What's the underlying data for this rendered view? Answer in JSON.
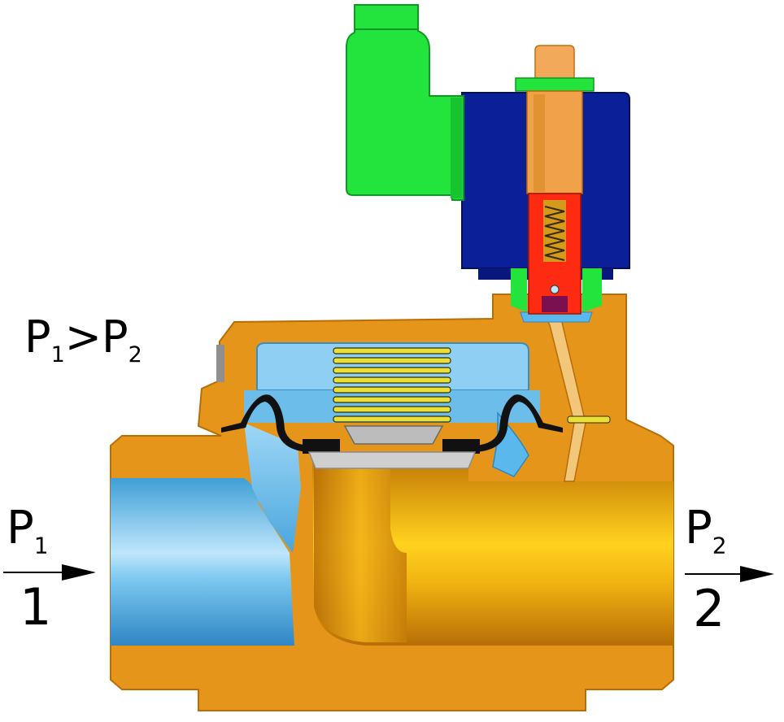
{
  "labels": {
    "relation": {
      "p1": "P",
      "p1_sub": "1",
      "op": ">",
      "p2": "P",
      "p2_sub": "2"
    },
    "inlet": {
      "pressure": "P",
      "pressure_sub": "1",
      "port": "1"
    },
    "outlet": {
      "pressure": "P",
      "pressure_sub": "2",
      "port": "2"
    }
  },
  "colors": {
    "body_brass": "#e4951a",
    "body_brass_dark": "#b86d06",
    "bore_yellow": "#f6c21a",
    "inlet_blue": "#5ab8ec",
    "inlet_blue_light": "#bfe6fb",
    "coil_blue": "#0a1f98",
    "connector_green": "#22e43c",
    "plunger_red": "#ff2a12",
    "spring_yellow": "#eadf35",
    "diaphragm_black": "#111111",
    "seat_grey": "#c8c8c8",
    "arrow": "#000000"
  }
}
